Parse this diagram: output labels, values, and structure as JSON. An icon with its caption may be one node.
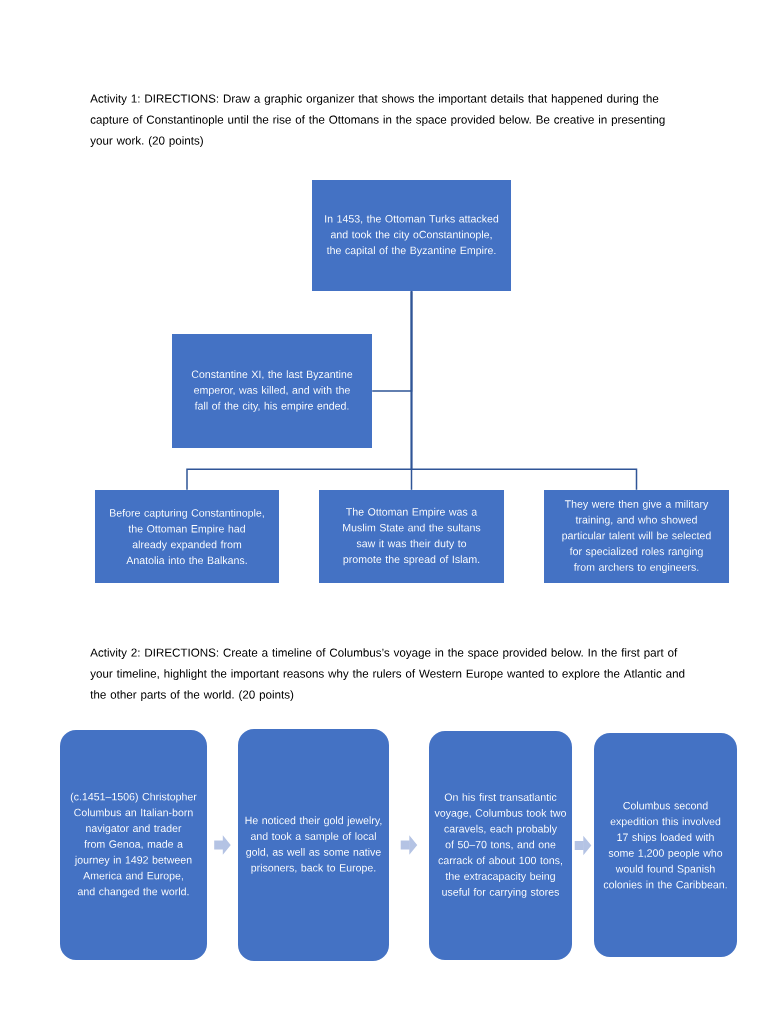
{
  "diagram": {
    "nodes": [
      {
        "text": [
          "In 1453, the Ottoman Turks attacked and took the city oConstantinople, the capital of the Byzantine Empire."
        ]
      },
      {
        "text": [
          "Constantine XI, the last Byzantine emperor, was killed, and with the fall of the city, his empire ended."
        ]
      },
      {
        "text": [
          "Before capturing Constantinople, the Ottoman Empire had already expanded from Anatolia into the Balkans."
        ]
      },
      {
        "text": [
          "The Ottoman Empire was a Muslim State and the sultans saw it was their duty to promote the spread of Islam."
        ]
      },
      {
        "text": [
          "They were then give a military training, and who showed particular talent will be selected for specialized roles ranging from archers to engineers."
        ]
      },
      {
        "text": [
          "(c.1451–1506) Christopher Columbus an Italian-born navigator and trader from Genoa, made a journey in 1492 between America and Europe, and changed the world."
        ]
      },
      {
        "text": [
          "He noticed their gold jewelry, and took a sample of local gold, as well as some native prisoners, back to Europe."
        ]
      },
      {
        "text": [
          "On his first transatlantic voyage, Columbus took two caravels, each probably of 50–70 tons, and one carrack of about 100 tons, the extracapacity being useful for carrying stores"
        ]
      },
      {
        "text": [
          "Columbus second expedition this involved 17 ships loaded with some 1,200 people who would found Spanish colonies in the Caribbean."
        ]
      }
    ],
    "edges": [
      {
        "from": 0,
        "to": 1,
        "arrow": "none"
      },
      {
        "from": 0,
        "to": 2,
        "arrow": "none"
      },
      {
        "from": 0,
        "to": 3,
        "arrow": "none"
      },
      {
        "from": 0,
        "to": 4,
        "arrow": "none"
      },
      {
        "from": 5,
        "to": 6,
        "arrow": "to",
        "style": "thick",
        "color": "#b4c3e4"
      },
      {
        "from": 6,
        "to": 7,
        "arrow": "to",
        "style": "thick",
        "color": "#b4c3e4"
      },
      {
        "from": 7,
        "to": 8,
        "arrow": "to",
        "style": "thick",
        "color": "#b4c3e4"
      }
    ],
    "labels": [
      "Activity 1: DIRECTIONS: Draw a graphic organizer that shows the important details that happened during the capture of Constantinople until the rise of the Ottomans in the space provided below. Be creative in presenting your work. (20 points)",
      "Activity 2: DIRECTIONS: Create a timeline of Columbus’s voyage in the space provided below. In the first part of your timeline, highlight the important reasons why the rulers of Western Europe wanted to explore the Atlantic and the other parts of the world. (20 points)"
    ]
  }
}
